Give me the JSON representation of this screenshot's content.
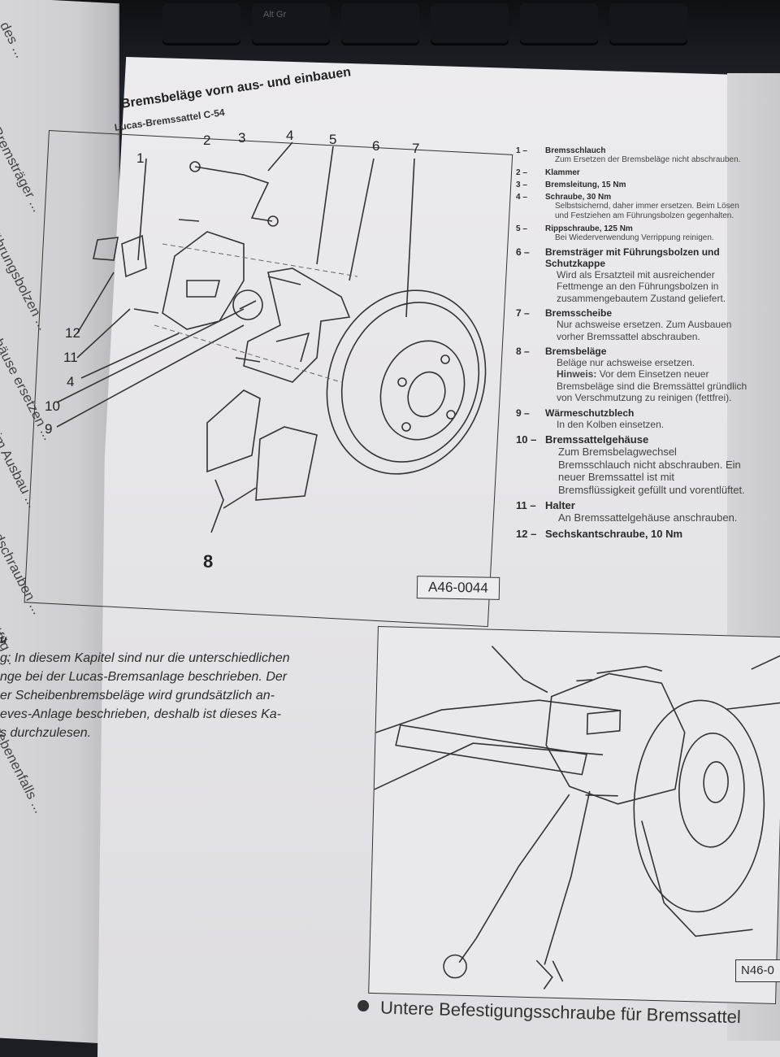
{
  "keyboard": {
    "key_label": "Alt Gr"
  },
  "left_page": {
    "lines": [
      "... des ...",
      "... Bremsträger ...",
      "... Führungsbolzen ...",
      "... Gehäuse ersetzen ...",
      "... beim Ausbau ...",
      "... Radschrauben ...",
      "... kräftig ...",
      "... gegebenenfalls ..."
    ]
  },
  "header": {
    "title": "Bremsbeläge vorn aus- und einbauen",
    "subtitle": "Lucas-Bremssattel C-54"
  },
  "diagram": {
    "figure_label": "A46-0044",
    "callouts": [
      "1",
      "2",
      "3",
      "4",
      "5",
      "6",
      "7",
      "12",
      "11",
      "4",
      "10",
      "9",
      "8"
    ]
  },
  "legend": [
    {
      "num": "1 –",
      "title": "Bremsschlauch",
      "desc": "Zum Ersetzen der Bremsbeläge nicht abschrauben."
    },
    {
      "num": "2 –",
      "title": "Klammer",
      "desc": ""
    },
    {
      "num": "3 –",
      "title": "Bremsleitung, 15 Nm",
      "desc": ""
    },
    {
      "num": "4 –",
      "title": "Schraube, 30 Nm",
      "desc": "Selbstsichernd, daher immer ersetzen. Beim Lösen und Festziehen am Führungsbolzen gegenhalten."
    },
    {
      "num": "5 –",
      "title": "Rippschraube, 125 Nm",
      "desc": "Bei Wiederverwendung Verrippung reinigen."
    },
    {
      "num": "6 –",
      "title": "Bremsträger mit Führungsbolzen und Schutzkappe",
      "desc": "Wird als Ersatzteil mit ausreichender Fettmenge an den Führungsbolzen in zusammengebautem Zustand geliefert."
    },
    {
      "num": "7 –",
      "title": "Bremsscheibe",
      "desc": "Nur achsweise ersetzen. Zum Ausbauen vorher Bremssattel abschrauben."
    },
    {
      "num": "8 –",
      "title": "Bremsbeläge",
      "desc": "Beläge nur achsweise ersetzen.",
      "hint_label": "Hinweis:",
      "hint": "Vor dem Einsetzen neuer Bremsbeläge sind die Bremssättel gründlich von Verschmutzung zu reinigen (fettfrei)."
    },
    {
      "num": "9 –",
      "title": "Wärmeschutzblech",
      "desc": "In den Kolben einsetzen."
    },
    {
      "num": "10 –",
      "title": "Bremssattelgehäuse",
      "desc": "Zum Bremsbelagwechsel Bremsschlauch nicht abschrauben. Ein neuer Bremssattel ist mit Bremsflüssigkeit gefüllt und vorentlüftet."
    },
    {
      "num": "11 –",
      "title": "Halter",
      "desc": "An Bremssattelgehäuse anschrauben."
    },
    {
      "num": "12 –",
      "title": "Sechskantschraube, 10 Nm",
      "desc": ""
    }
  ],
  "body": {
    "lines": [
      "u",
      "g: In diesem Kapitel sind nur die unterschiedlichen",
      "nge bei der Lucas-Bremsanlage beschrieben. Der",
      "er Scheibenbremsbeläge wird grundsätzlich an-",
      "eves-Anlage beschrieben, deshalb ist dieses Ka-",
      "s durchzulesen."
    ]
  },
  "figure2": {
    "label": "N46-0"
  },
  "bullet": {
    "text": "Untere Befestigungsschraube für Bremssattel"
  }
}
